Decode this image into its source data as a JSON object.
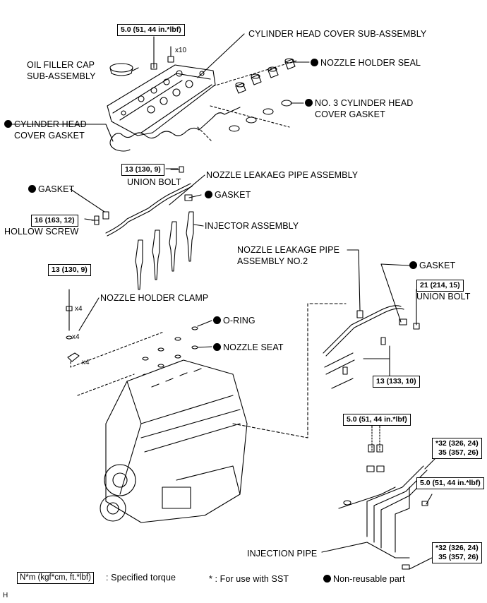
{
  "torque_values": {
    "head_cover_nut": "5.0 (51, 44 in.*lbf)",
    "union_bolt_top": "13 (130, 9)",
    "hollow_screw": "16 (163, 12)",
    "clamp_bolt": "13 (130, 9)",
    "union_bolt_right": "21 (214, 15)",
    "leakage_pipe_bolts": "13 (133, 10)",
    "injection_clamp_bolts": "5.0 (51, 44 in.*lbf)",
    "injection_nut_upper_line1": "*32 (326, 24)",
    "injection_nut_upper_line2": "35 (357, 26)",
    "injection_bolt": "5.0 (51, 44 in.*lbf)",
    "injection_nut_lower_line1": "*32 (326, 24)",
    "injection_nut_lower_line2": "35 (357, 26)"
  },
  "labels": {
    "cylinder_head_cover": "CYLINDER HEAD COVER SUB-ASSEMBLY",
    "oil_filler_cap_line1": "OIL FILLER CAP",
    "oil_filler_cap_line2": "SUB-ASSEMBLY",
    "nozzle_holder_seal": "NOZZLE HOLDER SEAL",
    "no3_gasket_line1": "NO. 3 CYLINDER HEAD",
    "no3_gasket_line2": "COVER GASKET",
    "head_cover_gasket_line1": "CYLINDER HEAD",
    "head_cover_gasket_line2": "COVER GASKET",
    "union_bolt": "UNION BOLT",
    "nozzle_leak_pipe": "NOZZLE LEAKAEG PIPE ASSEMBLY",
    "gasket_left": "GASKET",
    "gasket_mid": "GASKET",
    "hollow_screw": "HOLLOW SCREW",
    "injector_assembly": "INJECTOR ASSEMBLY",
    "leak_pipe_no2_line1": "NOZZLE LEAKAGE PIPE",
    "leak_pipe_no2_line2": "ASSEMBLY NO.2",
    "gasket_right": "GASKET",
    "union_bolt_right": "UNION BOLT",
    "nozzle_holder_clamp": "NOZZLE HOLDER CLAMP",
    "o_ring": "O-RING",
    "nozzle_seat": "NOZZLE SEAT",
    "injection_pipe": "INJECTION PIPE"
  },
  "multipliers": {
    "cover_nuts": "x10",
    "clamp_bolts": "x4",
    "clamp_washers": "x4",
    "clamps": "x4"
  },
  "legend": {
    "torque_box": "N*m (kgf*cm, ft.*lbf)",
    "torque_text": ": Specified torque",
    "sst_text": "* : For use with SST",
    "non_reusable": "Non-reusable part"
  },
  "corner_mark": "H",
  "colors": {
    "ink": "#000000",
    "paper": "#ffffff"
  }
}
